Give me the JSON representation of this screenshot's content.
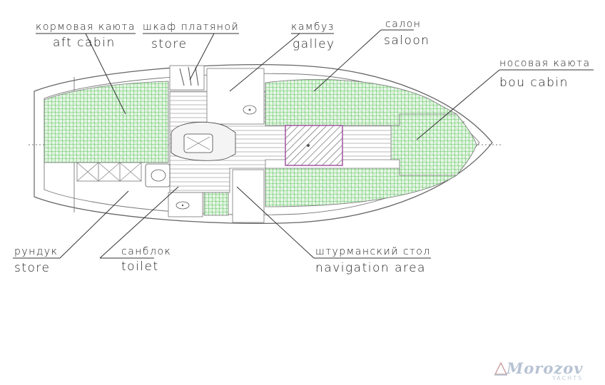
{
  "labels": {
    "aft_cabin_ru": "кормовая каюта",
    "aft_cabin_en": "aft cabin",
    "wardrobe_ru": "шкаф платяной",
    "wardrobe_en": "store",
    "galley_ru": "камбуз",
    "galley_en": "galley",
    "saloon_ru": "салон",
    "saloon_en": "saloon",
    "bow_cabin_ru": "носовая каюта",
    "bow_cabin_en": "bou cabin",
    "locker_ru": "рундук",
    "locker_en": "store",
    "toilet_ru": "санблок",
    "toilet_en": "toilet",
    "nav_ru": "штурманский стол",
    "nav_en": "navigation area"
  },
  "logo": {
    "name": "Morozov",
    "sub": "YACHTS"
  },
  "colors": {
    "cushion_green": "#4fbf4f",
    "table_purple": "#9a4a9a",
    "hull_line": "#666666",
    "logo": "#b7c3d3"
  }
}
